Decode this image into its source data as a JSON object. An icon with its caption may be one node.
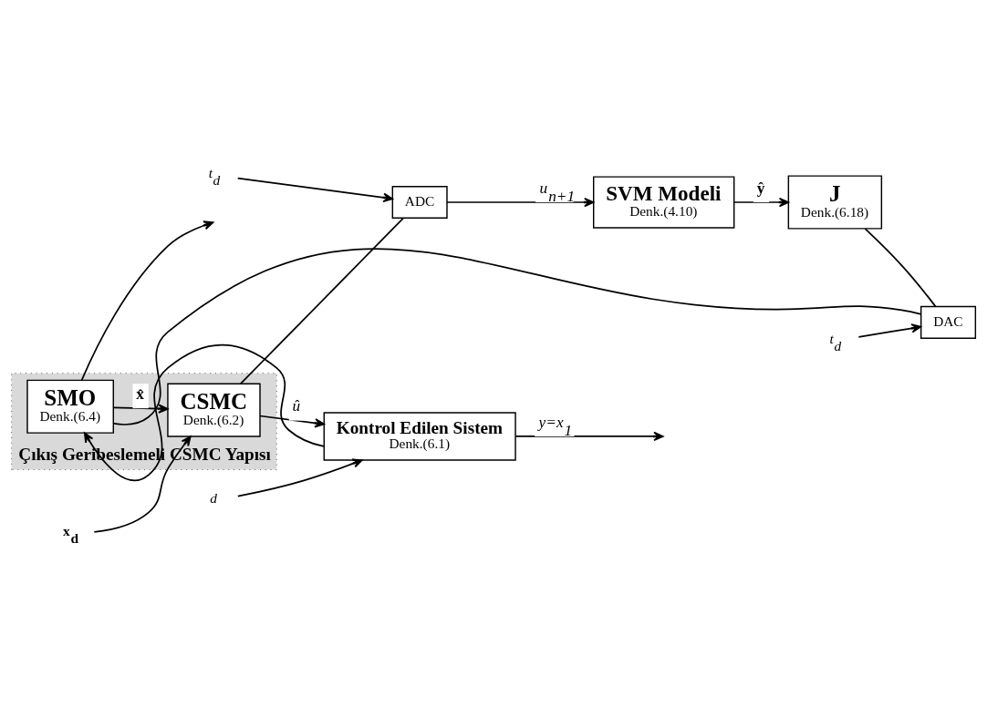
{
  "diagram": {
    "nodes": [
      {
        "text": [
          "J",
          "Denk.(6.18)"
        ]
      },
      {
        "text": [
          "SVM Modeli",
          "Denk.(4.10)"
        ]
      },
      {
        "text": [
          "DAC"
        ]
      },
      {
        "text": [
          "ADC"
        ]
      },
      {
        "text": [
          "Çıkış Geribeslemeli CSMC Yapısı"
        ]
      },
      {
        "text": [
          "SMO",
          "Denk.(6.4)"
        ],
        "in": 4
      },
      {
        "text": [
          "CSMC",
          "Denk.(6.2)"
        ],
        "in": 4
      },
      {
        "text": [
          "Kontrol Edilen Sistem",
          "Denk.(6.1)"
        ]
      },
      {
        "text": [
          "t$_{d}$"
        ]
      },
      {
        "text": [
          "t$_{d}$"
        ]
      },
      {
        "text": [
          "x$_{d}$"
        ]
      },
      {
        "text": [
          "d"
        ]
      }
    ],
    "edges": [
      {
        "from": 1,
        "to": 0,
        "arrow": "to",
        "label": "ŷ"
      },
      {
        "from": 3,
        "to": 1,
        "arrow": "to",
        "label": "u$_{n+1}$"
      },
      {
        "from": 8,
        "to": 2,
        "arrow": "to"
      },
      {
        "from": 9,
        "to": 3,
        "arrow": "to"
      },
      {
        "from": 10,
        "to": 6,
        "arrow": "to"
      },
      {
        "from": 11,
        "to": 7,
        "arrow": "to"
      },
      {
        "from": 5,
        "to": 6,
        "arrow": "to",
        "label": "x̂"
      },
      {
        "from": 6,
        "to": 7,
        "arrow": "to",
        "label": "û"
      },
      {
        "from": 6,
        "to": 3,
        "arrow": "none"
      },
      {
        "from": 7,
        "to": null,
        "arrow": "to",
        "label": "y=x$_{1}$"
      },
      {
        "from": 7,
        "to": 5,
        "arrow": "to"
      },
      {
        "from": 5,
        "to": null,
        "arrow": "to"
      },
      {
        "from": 0,
        "to": 2,
        "arrow": "none"
      },
      {
        "from": 2,
        "to": 5,
        "arrow": "none"
      }
    ]
  }
}
